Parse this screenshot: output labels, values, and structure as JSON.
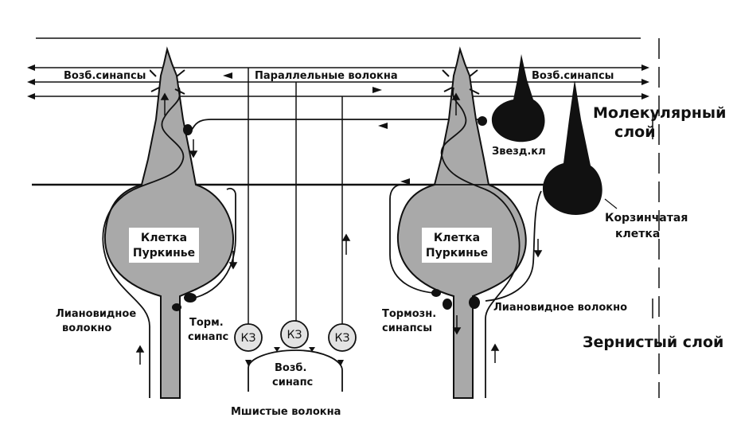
{
  "labels": {
    "exc_synapses_left": "Возб.синапсы",
    "parallel_fibers": "Параллельные волокна",
    "exc_synapses_right": "Возб.синапсы",
    "molecular_layer_1": "Молекулярный",
    "molecular_layer_2": "слой",
    "stellate_cell": "Звезд.кл",
    "basket_cell_1": "Корзинчатая",
    "basket_cell_2": "клетка",
    "purkinje_left_1": "Клетка",
    "purkinje_left_2": "Пуркинье",
    "purkinje_right_1": "Клетка",
    "purkinje_right_2": "Пуркинье",
    "climbing_fiber_left_1": "Лиановидное",
    "climbing_fiber_left_2": "волокно",
    "inhib_synapse_left_1": "Торм.",
    "inhib_synapse_left_2": "синапс",
    "inhib_synapses_right_1": "Тормозн.",
    "inhib_synapses_right_2": "синапсы",
    "climbing_fiber_right": "Лиановидное волокно",
    "granular_layer": "Зернистый слой",
    "exc_synapse_bottom_1": "Возб.",
    "exc_synapse_bottom_2": "синапс",
    "mossy_fibers": "Мшистые волокна"
  },
  "granule_cells": [
    "КЗ",
    "КЗ",
    "КЗ"
  ],
  "colors": {
    "soma": "#a9a9a9",
    "dark_cell": "#111111",
    "line": "#111111",
    "granule": "#e3e3e3"
  }
}
